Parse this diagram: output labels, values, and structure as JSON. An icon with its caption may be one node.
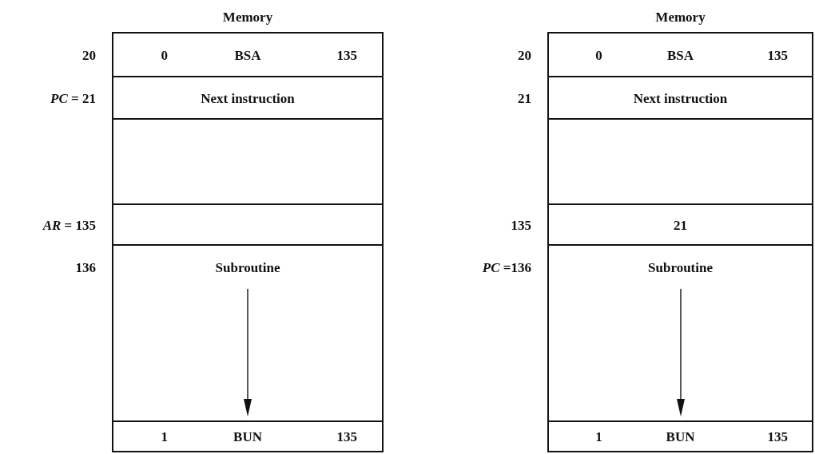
{
  "diagram": {
    "nodes": [
      {
        "text": [
          "Memory"
        ]
      },
      {
        "text": [
          "0",
          "BSA",
          "135"
        ],
        "in": 0,
        "beside": [
          "20"
        ]
      },
      {
        "text": [
          "Next instruction"
        ],
        "in": 0,
        "beside": [
          "*PC* = 21"
        ]
      },
      {
        "text": [],
        "shape": "box",
        "in": 0
      },
      {
        "text": [],
        "shape": "box",
        "in": 0,
        "beside": [
          "*AR* = 135"
        ]
      },
      {
        "text": [
          "Subroutine"
        ],
        "in": 0,
        "beside": [
          "136"
        ]
      },
      {
        "text": [
          "1",
          "BUN",
          "135"
        ],
        "in": 0
      },
      {
        "text": [
          "Memory"
        ]
      },
      {
        "text": [
          "0",
          "BSA",
          "135"
        ],
        "in": 7,
        "beside": [
          "20"
        ]
      },
      {
        "text": [
          "Next instruction"
        ],
        "in": 7,
        "beside": [
          "21"
        ]
      },
      {
        "text": [],
        "shape": "box",
        "in": 7
      },
      {
        "text": [
          "21"
        ],
        "in": 7,
        "beside": [
          "135"
        ]
      },
      {
        "text": [
          "Subroutine"
        ],
        "in": 7,
        "beside": [
          "*PC* =136"
        ]
      },
      {
        "text": [
          "1",
          "BUN",
          "135"
        ],
        "in": 7
      }
    ]
  }
}
